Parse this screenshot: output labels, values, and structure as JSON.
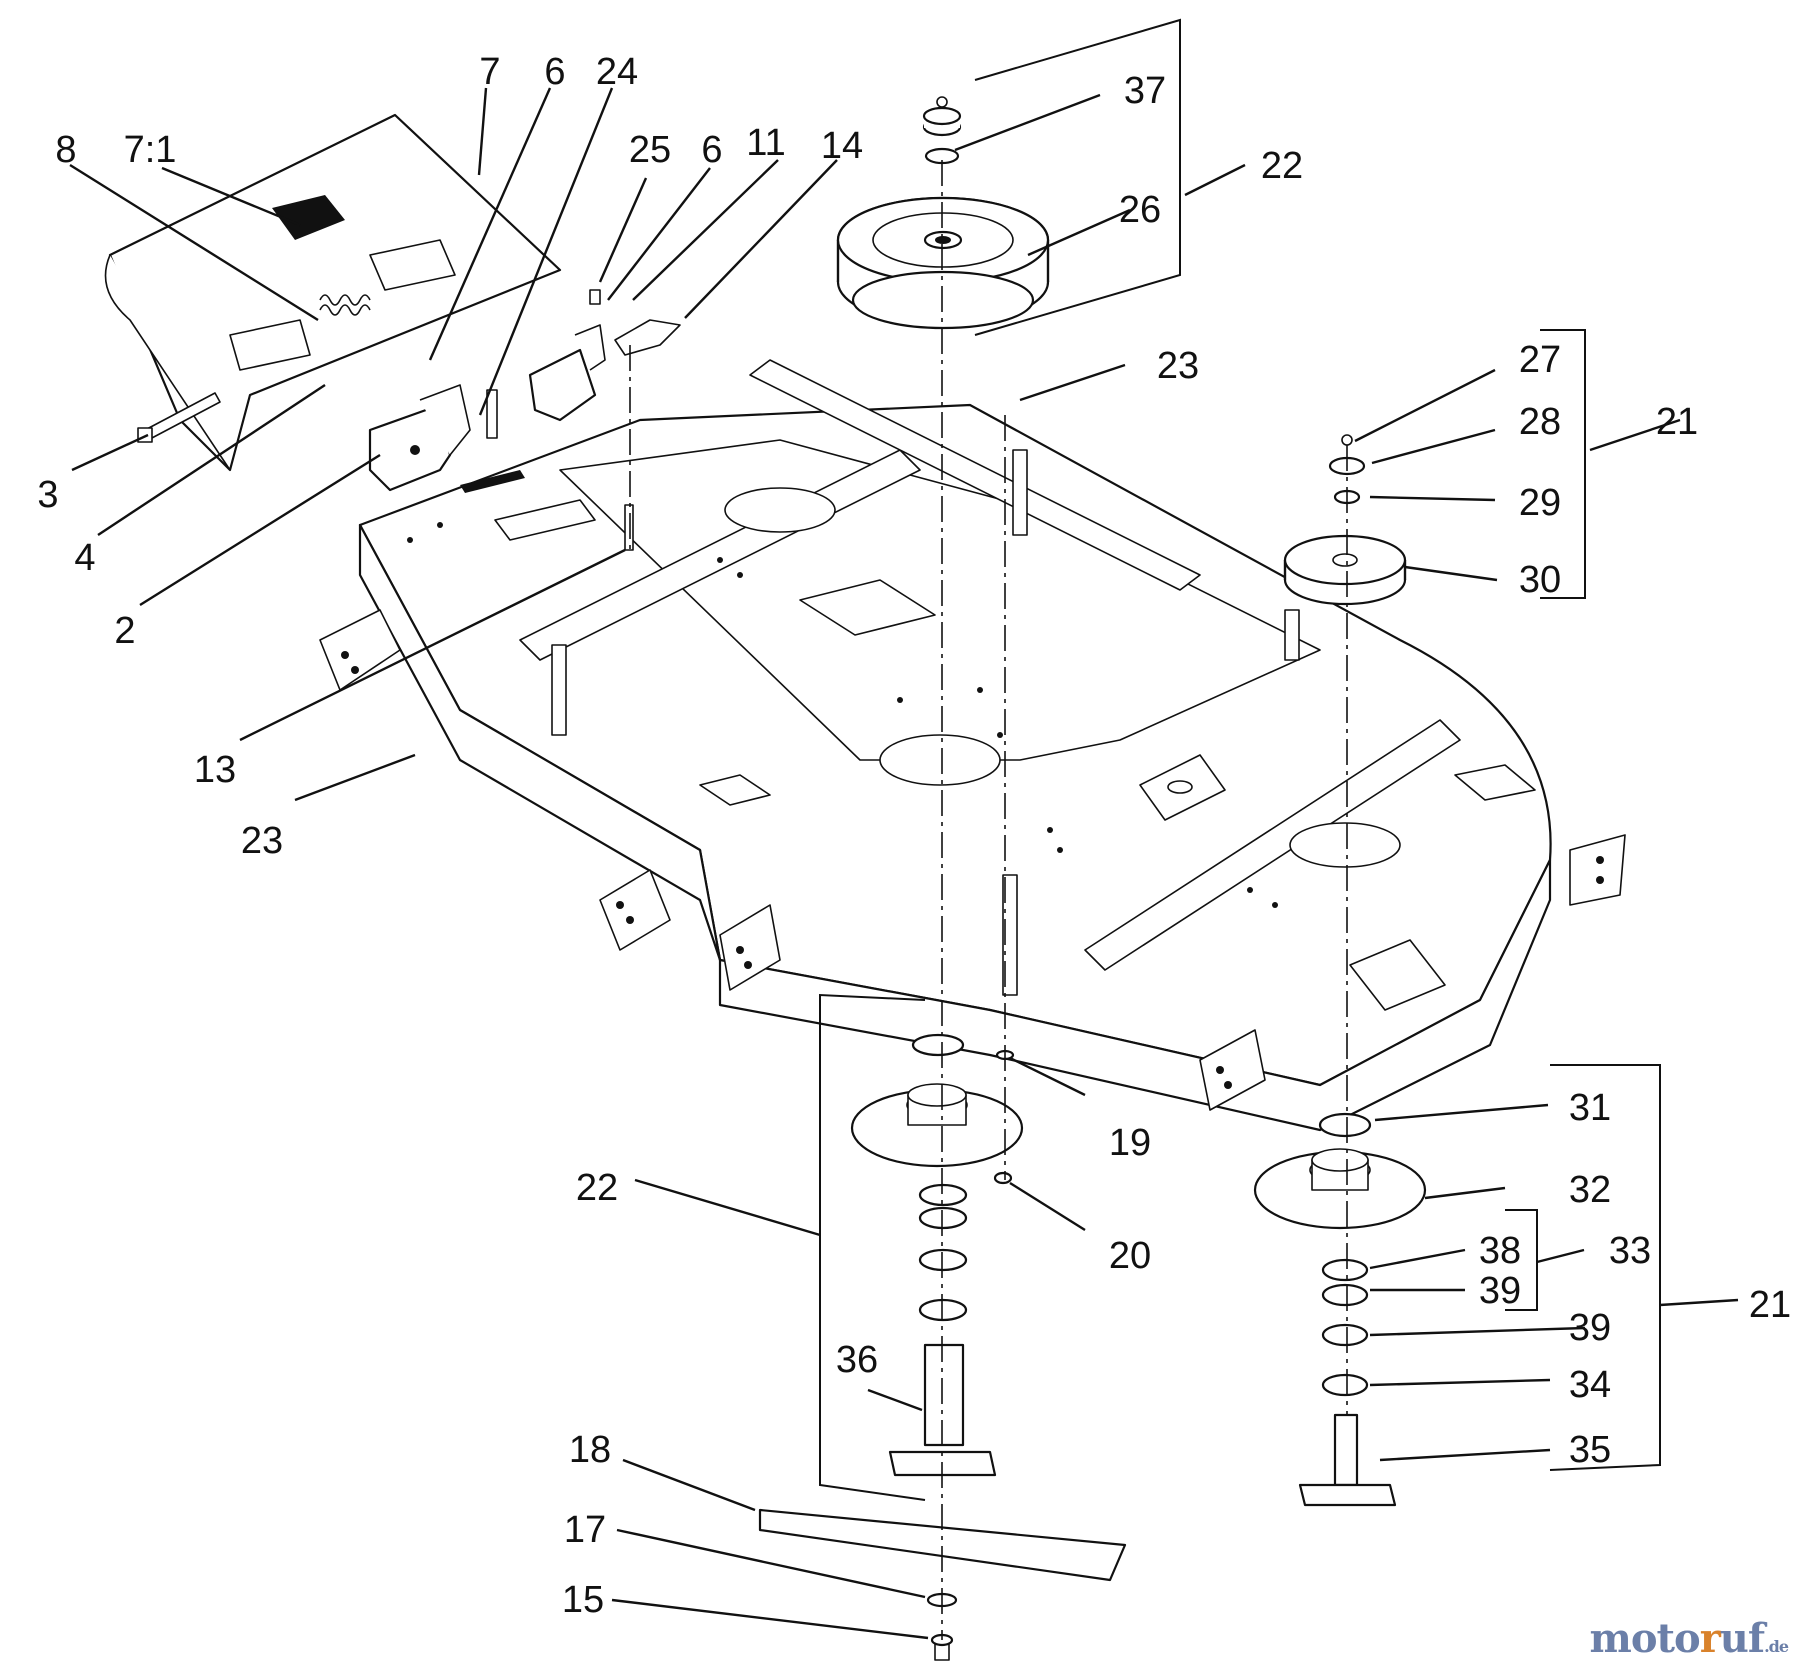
{
  "callouts": [
    {
      "id": "7",
      "text": "7"
    },
    {
      "id": "6a",
      "text": "6"
    },
    {
      "id": "24",
      "text": "24"
    },
    {
      "id": "8",
      "text": "8"
    },
    {
      "id": "7-1",
      "text": "7:1"
    },
    {
      "id": "25",
      "text": "25"
    },
    {
      "id": "6b",
      "text": "6"
    },
    {
      "id": "11",
      "text": "11"
    },
    {
      "id": "14",
      "text": "14"
    },
    {
      "id": "37",
      "text": "37"
    },
    {
      "id": "22a",
      "text": "22"
    },
    {
      "id": "26",
      "text": "26"
    },
    {
      "id": "23a",
      "text": "23"
    },
    {
      "id": "27",
      "text": "27"
    },
    {
      "id": "28",
      "text": "28"
    },
    {
      "id": "21a",
      "text": "21"
    },
    {
      "id": "29",
      "text": "29"
    },
    {
      "id": "30",
      "text": "30"
    },
    {
      "id": "3",
      "text": "3"
    },
    {
      "id": "4",
      "text": "4"
    },
    {
      "id": "2",
      "text": "2"
    },
    {
      "id": "13",
      "text": "13"
    },
    {
      "id": "23b",
      "text": "23"
    },
    {
      "id": "19",
      "text": "19"
    },
    {
      "id": "22b",
      "text": "22"
    },
    {
      "id": "20",
      "text": "20"
    },
    {
      "id": "31",
      "text": "31"
    },
    {
      "id": "32",
      "text": "32"
    },
    {
      "id": "38",
      "text": "38"
    },
    {
      "id": "33",
      "text": "33"
    },
    {
      "id": "39a",
      "text": "39"
    },
    {
      "id": "39b",
      "text": "39"
    },
    {
      "id": "21b",
      "text": "21"
    },
    {
      "id": "34",
      "text": "34"
    },
    {
      "id": "36",
      "text": "36"
    },
    {
      "id": "35",
      "text": "35"
    },
    {
      "id": "18",
      "text": "18"
    },
    {
      "id": "17",
      "text": "17"
    },
    {
      "id": "15",
      "text": "15"
    }
  ],
  "watermark": {
    "part1": "moto",
    "part2": "r",
    "part3": "uf",
    "part4": ".de"
  }
}
